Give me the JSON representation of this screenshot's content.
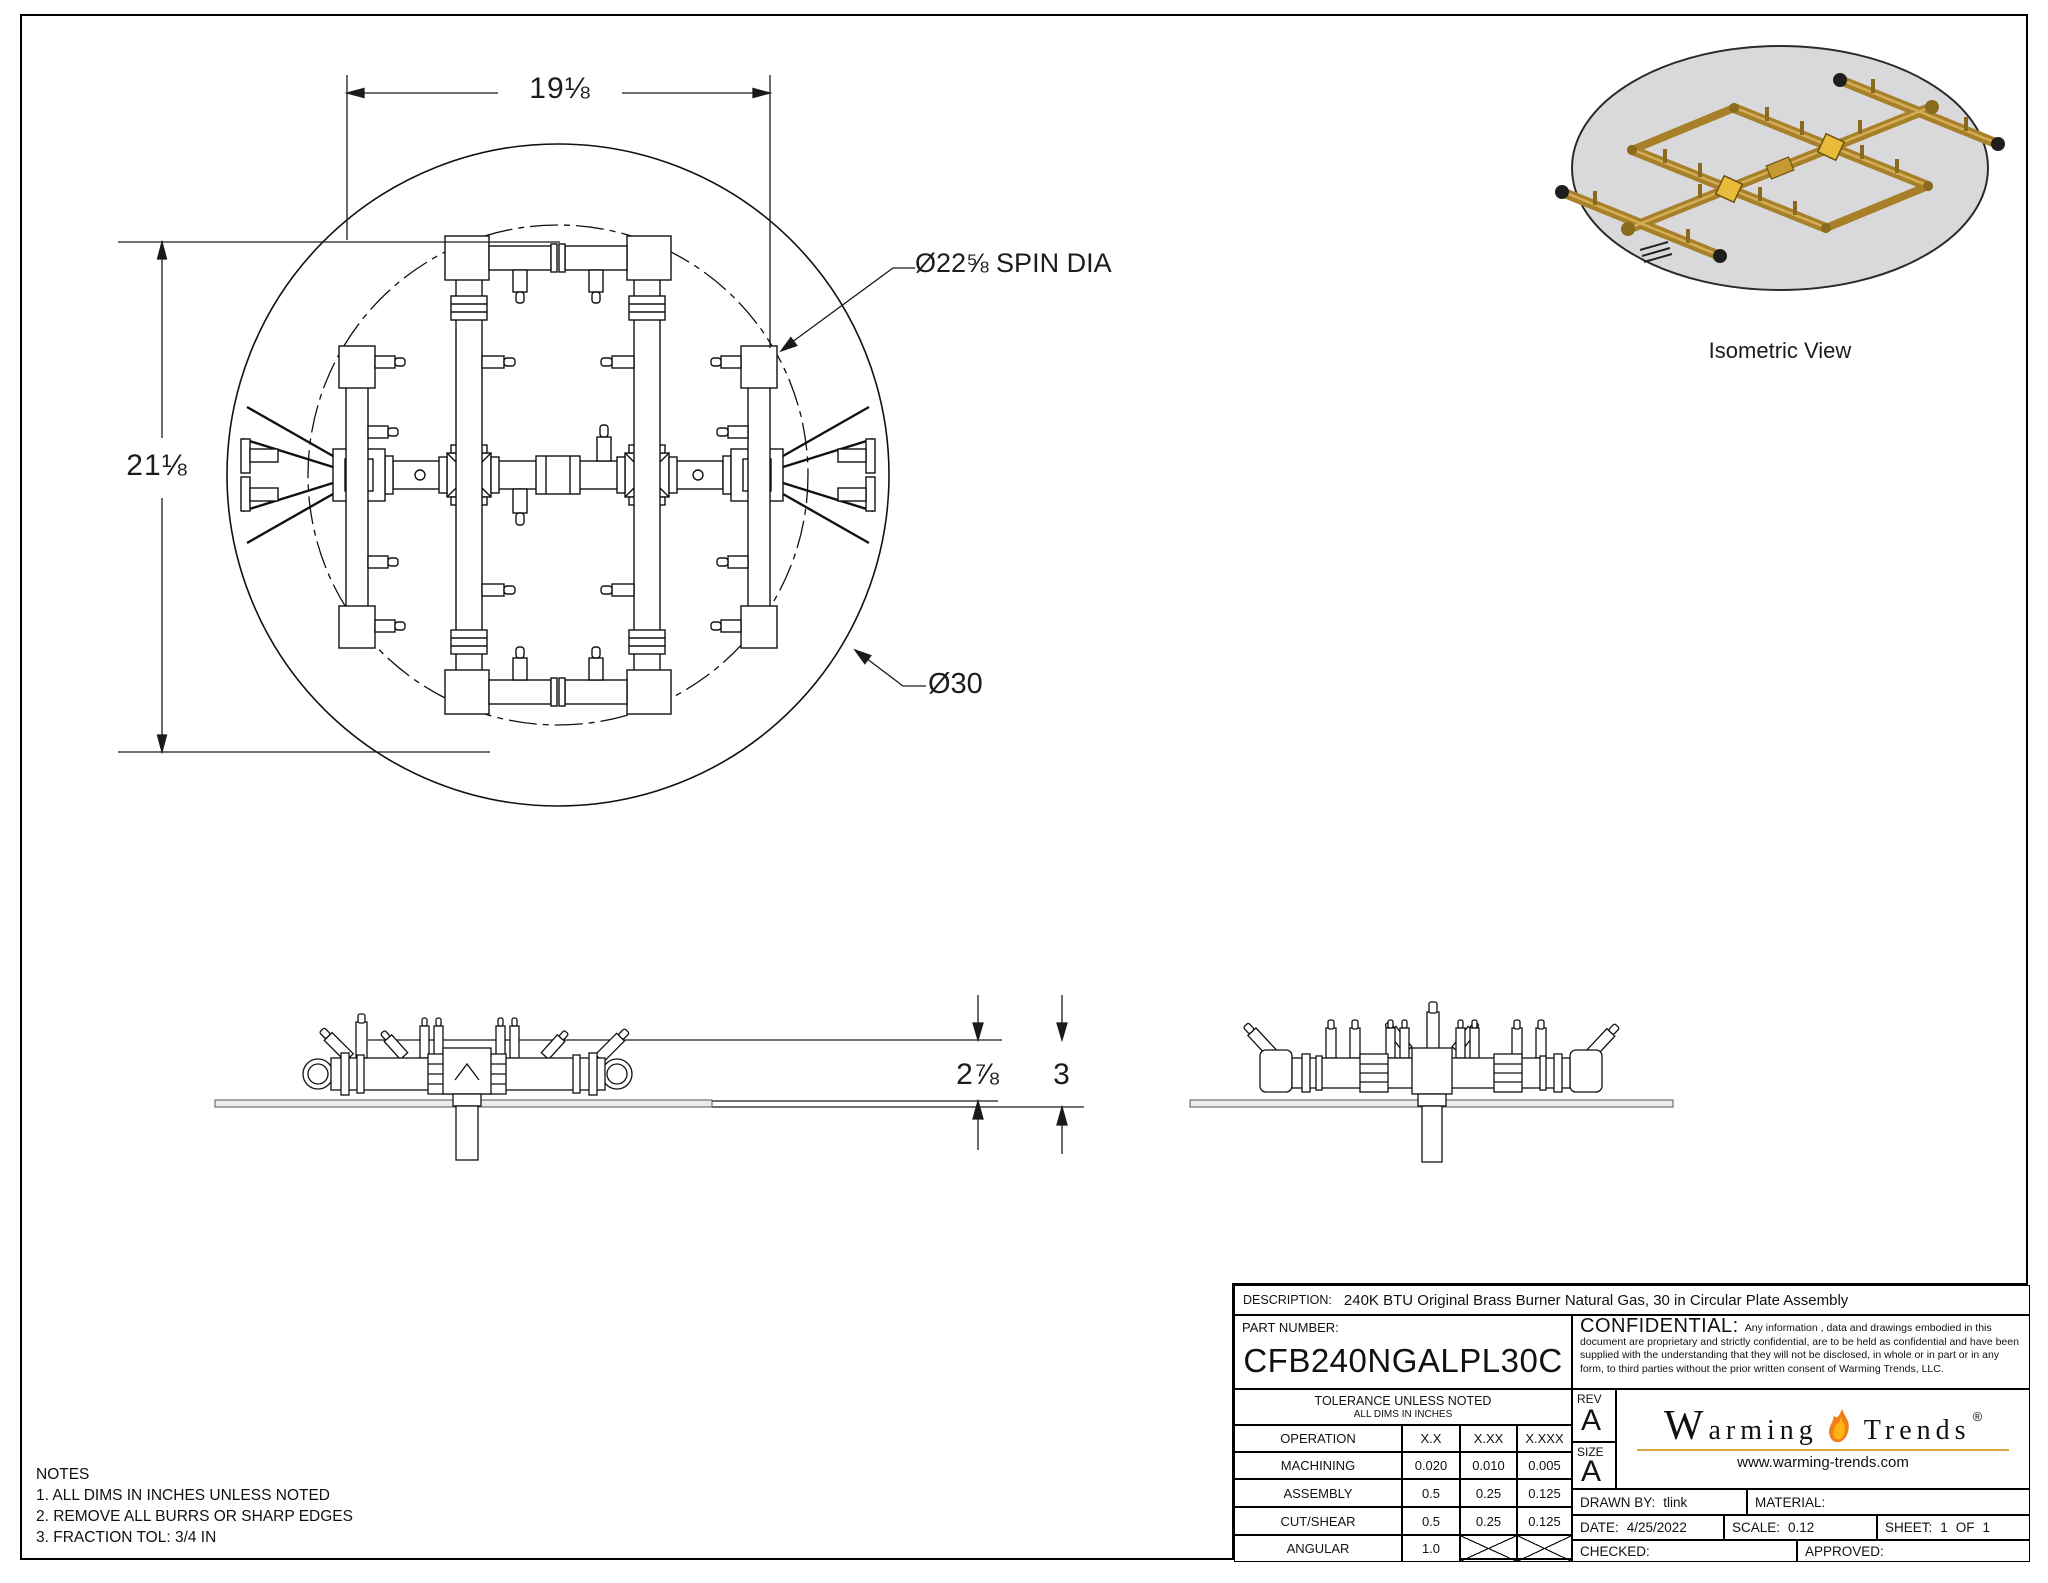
{
  "top_view": {
    "dim_width": "19⅛",
    "dim_height": "21⅛",
    "spin_dia_label": "Ø22⅝ SPIN DIA",
    "plate_dia_label": "Ø30"
  },
  "side_views": {
    "dim_inner": "2⅞",
    "dim_overall": "3"
  },
  "isometric": {
    "caption": "Isometric View",
    "plate_color": "#d9d9db",
    "brass_color": "#a8802a",
    "connector_color": "#e8bc38"
  },
  "notes": {
    "title": "NOTES",
    "items": [
      "1. ALL DIMS IN INCHES UNLESS NOTED",
      "2. REMOVE ALL BURRS OR SHARP EDGES",
      "3. FRACTION TOL: 3/4 IN"
    ]
  },
  "title_block": {
    "description_label": "DESCRIPTION:",
    "description": "240K BTU Original Brass Burner Natural Gas, 30 in Circular Plate Assembly",
    "part_number_label": "PART NUMBER:",
    "part_number": "CFB240NGALPL30C",
    "confidential_label": "CONFIDENTIAL:",
    "confidential_text": "Any information , data and drawings embodied in this document are proprietary and strictly confidential, are to be held as confidential and have been supplied with the understanding that they will not be disclosed, in whole or in part or in any form, to third parties without the prior written consent of Warming Trends, LLC.",
    "tolerance_title": "TOLERANCE UNLESS NOTED",
    "tolerance_subtitle": "ALL DIMS IN INCHES",
    "tolerance_table": {
      "headers": [
        "OPERATION",
        "X.X",
        "X.XX",
        "X.XXX"
      ],
      "rows": [
        {
          "label": "MACHINING",
          "v1": "0.020",
          "v2": "0.010",
          "v3": "0.005"
        },
        {
          "label": "ASSEMBLY",
          "v1": "0.5",
          "v2": "0.25",
          "v3": "0.125"
        },
        {
          "label": "CUT/SHEAR",
          "v1": "0.5",
          "v2": "0.25",
          "v3": "0.125"
        },
        {
          "label": "ANGULAR",
          "v1": "1.0",
          "v2": "",
          "v3": ""
        }
      ]
    },
    "rev_label": "REV",
    "rev_value": "A",
    "size_label": "SIZE",
    "size_value": "A",
    "logo": {
      "word1": "Warming",
      "word2": "Trends",
      "registered": "®",
      "website": "www.warming-trends.com",
      "flame_orange": "#ef7f1a",
      "flame_yellow": "#fdb515",
      "rule_color": "#d9a441"
    },
    "drawn_by_label": "DRAWN BY:",
    "drawn_by": "tlink",
    "material_label": "MATERIAL:",
    "date_label": "DATE:",
    "date": "4/25/2022",
    "scale_label": "SCALE:",
    "scale": "0.12",
    "sheet_label": "SHEET:",
    "sheet_num": "1",
    "of_label": "OF",
    "sheet_total": "1",
    "checked_label": "CHECKED:",
    "approved_label": "APPROVED:"
  }
}
